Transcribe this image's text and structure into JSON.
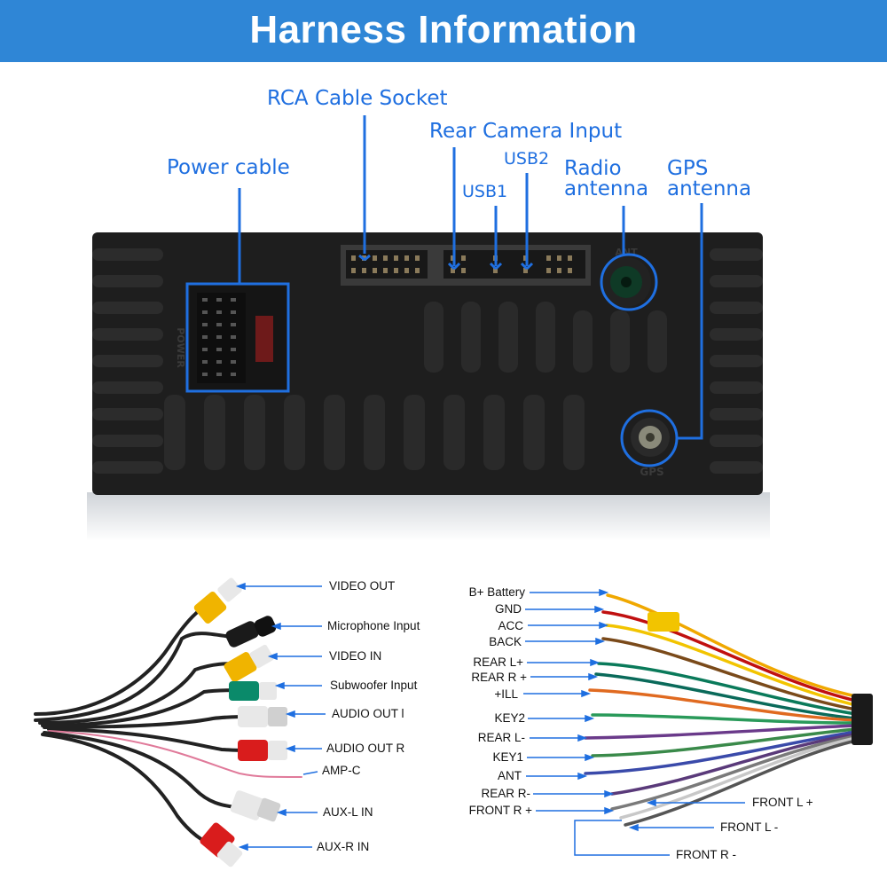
{
  "title": "Harness Information",
  "unit_labels": {
    "power": "Power cable",
    "rca": "RCA Cable Socket",
    "camera": "Rear Camera Input",
    "usb2": "USB2",
    "usb1": "USB1",
    "radio_line1": "Radio",
    "radio_line2": "antenna",
    "gps_line1": "GPS",
    "gps_line2": "antenna"
  },
  "unit_markings": {
    "power": "POWER",
    "ant": "ANT",
    "gps": "GPS"
  },
  "rca_cable_labels": [
    "VIDEO OUT",
    "Microphone Input",
    "VIDEO IN",
    "Subwoofer Input",
    "AUDIO OUT l",
    "AUDIO OUT R",
    "AMP-C",
    "AUX-L IN",
    "AUX-R IN"
  ],
  "power_harness_labels": [
    "B+ Battery",
    "GND",
    "ACC",
    "BACK",
    "REAR L+",
    "REAR R +",
    "+ILL",
    "KEY2",
    "REAR L-",
    "KEY1",
    "ANT",
    "REAR R-",
    "FRONT R +"
  ],
  "front_labels": [
    "FRONT L +",
    "FRONT L -",
    "FRONT R -"
  ],
  "colors": {
    "banner": "#2f86d6",
    "callout": "#1f6fe0",
    "unit": "#1e1e1e"
  }
}
